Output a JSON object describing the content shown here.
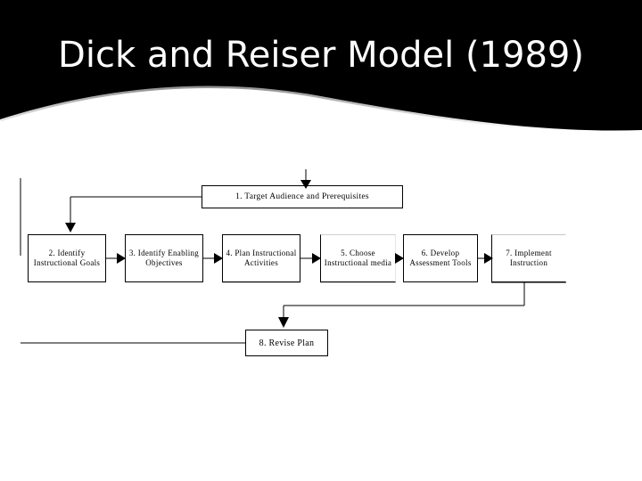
{
  "slide": {
    "title": "Dick and Reiser Model (1989)",
    "background_color": "#ffffff",
    "banner_color": "#000000",
    "title_color": "#ffffff"
  },
  "diagram": {
    "type": "flowchart",
    "nodes": [
      {
        "id": "1",
        "label": "1.  Target Audience and Prerequisites"
      },
      {
        "id": "2",
        "label": "2. Identify Instructional Goals"
      },
      {
        "id": "3",
        "label": "3.  Identify Enabling Objectives"
      },
      {
        "id": "4",
        "label": "4.  Plan Instructional Activities"
      },
      {
        "id": "5",
        "label": "5.  Choose Instructional media"
      },
      {
        "id": "6",
        "label": "6.  Develop Assessment Tools"
      },
      {
        "id": "7",
        "label": "7. Implement Instruction"
      },
      {
        "id": "8",
        "label": "8.  Revise Plan"
      }
    ],
    "edges": [
      {
        "from": "entry-top",
        "to": "1"
      },
      {
        "from": "1",
        "to": "2"
      },
      {
        "from": "2",
        "to": "3"
      },
      {
        "from": "3",
        "to": "4"
      },
      {
        "from": "4",
        "to": "5"
      },
      {
        "from": "5",
        "to": "6"
      },
      {
        "from": "6",
        "to": "7"
      },
      {
        "from": "7",
        "to": "8"
      },
      {
        "from": "8",
        "to": "feedback-left"
      }
    ]
  }
}
